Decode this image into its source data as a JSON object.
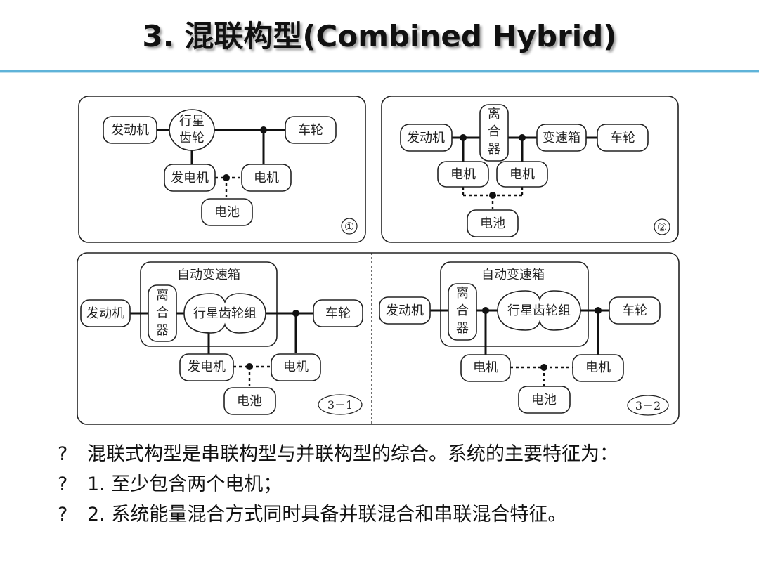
{
  "title": "3. 混联构型(Combined Hybrid)",
  "diagram": {
    "panel1": {
      "engine": "发动机",
      "planetary": [
        "行星",
        "齿轮"
      ],
      "wheel": "车轮",
      "generator": "发电机",
      "motor": "电机",
      "battery": "电池",
      "tag": "①"
    },
    "panel2": {
      "engine": "发动机",
      "clutch": [
        "离",
        "合",
        "器"
      ],
      "gearbox": "变速箱",
      "wheel": "车轮",
      "motor_a": "电机",
      "motor_b": "电机",
      "battery": "电池",
      "tag": "②"
    },
    "panel3a": {
      "auto_gearbox": "自动变速箱",
      "engine": "发动机",
      "clutch": [
        "离",
        "合",
        "器"
      ],
      "planetary_set": "行星齿轮组",
      "wheel": "车轮",
      "generator": "发电机",
      "motor": "电机",
      "battery": "电池",
      "tag": "3－1"
    },
    "panel3b": {
      "auto_gearbox": "自动变速箱",
      "engine": "发动机",
      "clutch": [
        "离",
        "合",
        "器"
      ],
      "planetary_set": "行星齿轮组",
      "wheel": "车轮",
      "motor_a": "电机",
      "motor_b": "电机",
      "battery": "电池",
      "tag": "3－2"
    }
  },
  "bullets": [
    {
      "mark": "?",
      "text": "混联式构型是串联构型与并联构型的综合。系统的主要特征为："
    },
    {
      "mark": "?",
      "text": "1. 至少包含两个电机；"
    },
    {
      "mark": "?",
      "text": "2. 系统能量混合方式同时具备并联混合和串联混合特征。"
    }
  ]
}
